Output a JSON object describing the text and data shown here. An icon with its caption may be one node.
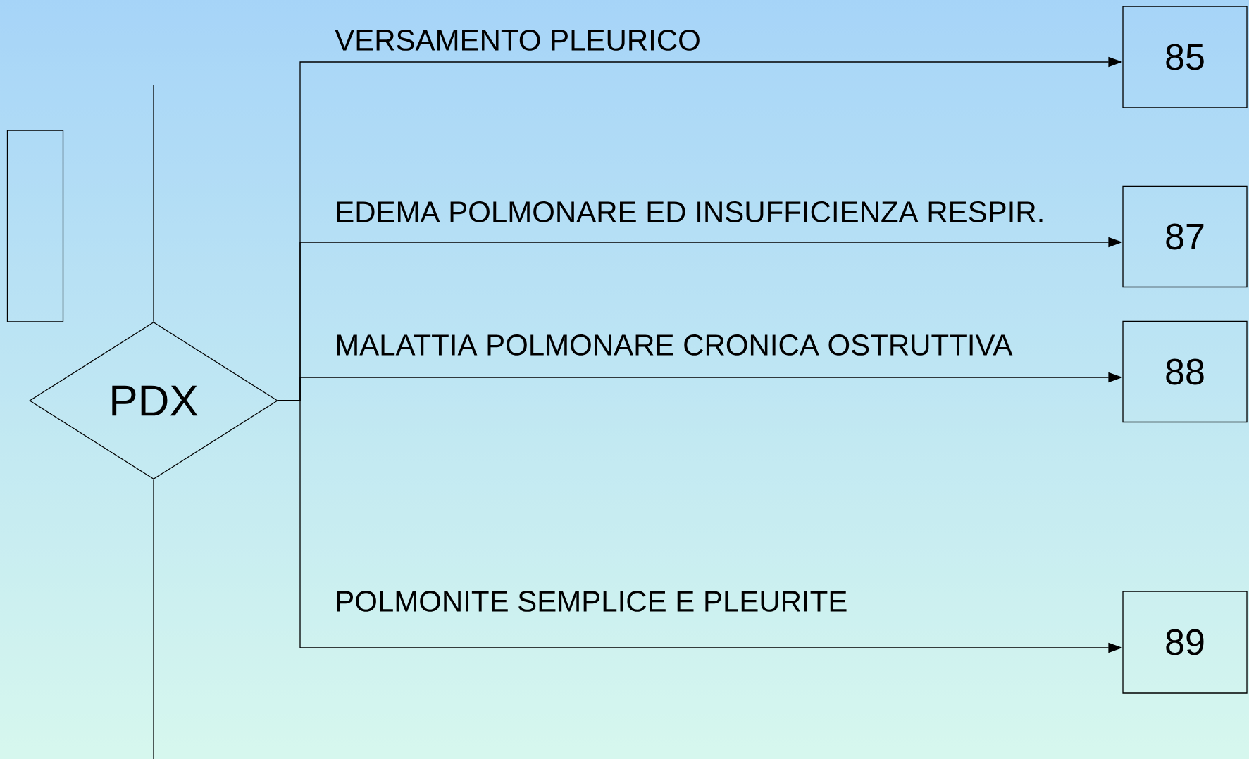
{
  "diagram": {
    "nodes": [
      {
        "text": [],
        "shape": "box"
      },
      {
        "text": [
          "PDX"
        ]
      },
      {
        "text": [
          "85"
        ]
      },
      {
        "text": [
          "87"
        ]
      },
      {
        "text": [
          "88"
        ]
      },
      {
        "text": [
          "89"
        ]
      }
    ],
    "edges": [
      {
        "from": null,
        "to": 1,
        "arrow": "none"
      },
      {
        "from": 1,
        "to": null,
        "arrow": "none"
      },
      {
        "from": 1,
        "to": 2,
        "arrow": "to",
        "label": "VERSAMENTO PLEURICO"
      },
      {
        "from": 1,
        "to": 3,
        "arrow": "to",
        "label": "EDEMA POLMONARE ED INSUFFICIENZA RESPIR."
      },
      {
        "from": 1,
        "to": 4,
        "arrow": "to",
        "label": "MALATTIA POLMONARE CRONICA OSTRUTTIVA"
      },
      {
        "from": 1,
        "to": 5,
        "arrow": "to",
        "label": "POLMONITE SEMPLICE E PLEURITE"
      }
    ]
  }
}
